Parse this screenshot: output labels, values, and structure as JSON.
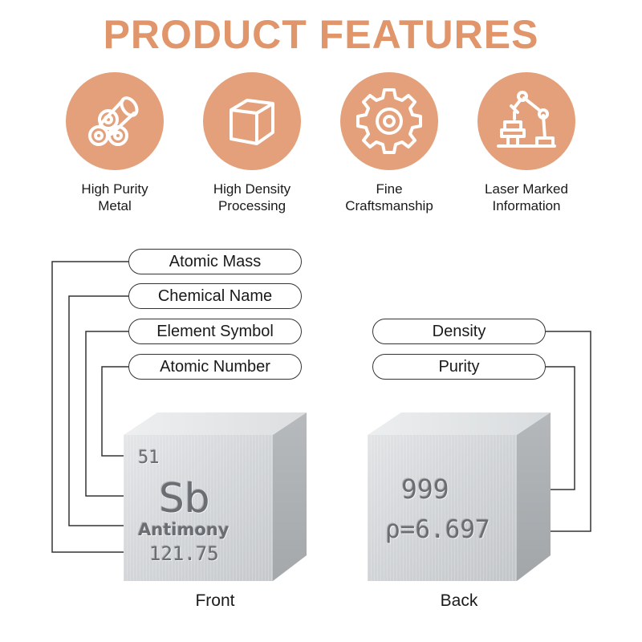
{
  "header": {
    "title": "PRODUCT FEATURES"
  },
  "colors": {
    "accent": "#e0956a",
    "icon_circle": "#e3a07a"
  },
  "features": [
    {
      "icon": "metal-rods-icon",
      "line1": "High Purity",
      "line2": "Metal"
    },
    {
      "icon": "cube-icon",
      "line1": "High Density",
      "line2": "Processing"
    },
    {
      "icon": "gear-icon",
      "line1": "Fine",
      "line2": "Craftsmanship"
    },
    {
      "icon": "laser-robot-arm-icon",
      "line1": "Laser Marked",
      "line2": "Information"
    }
  ],
  "front_labels": {
    "atomic_mass": "Atomic Mass",
    "chemical_name": "Chemical Name",
    "element_symbol": "Element Symbol",
    "atomic_number": "Atomic Number"
  },
  "back_labels": {
    "density": "Density",
    "purity": "Purity"
  },
  "front_cube": {
    "atomic_number": "51",
    "symbol": "Sb",
    "name": "Antimony",
    "mass": "121.75"
  },
  "back_cube": {
    "purity": "999",
    "density": "ρ=6.697"
  },
  "captions": {
    "front": "Front",
    "back": "Back"
  }
}
